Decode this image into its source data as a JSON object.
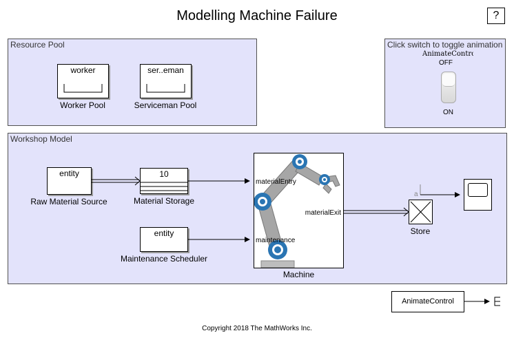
{
  "title": "Modelling Machine Failure",
  "help_label": "?",
  "resource_pool": {
    "label": "Resource Pool",
    "worker_block": "worker",
    "worker_caption": "Worker Pool",
    "serviceman_block": "ser..eman",
    "serviceman_caption": "Serviceman Pool"
  },
  "toggle_area": {
    "label": "Click switch to toggle animation",
    "switch_name": "AnimateContro",
    "off_label": "OFF",
    "on_label": "ON"
  },
  "workshop": {
    "label": "Workshop Model",
    "raw_source_block": "entity",
    "raw_source_caption": "Raw Material Source",
    "storage_value": "10",
    "storage_caption": "Material Storage",
    "scheduler_block": "entity",
    "scheduler_caption": "Maintenance Scheduler",
    "machine_caption": "Machine",
    "port_entry": "materialEntry",
    "port_exit": "materialExit",
    "port_maintenance": "maintenance",
    "store_caption": "Store",
    "store_port": "a"
  },
  "animate_control_block": "AnimateControl",
  "copyright": "Copyright 2018 The MathWorks Inc.",
  "colors": {
    "area_fill": "#e3e3fb",
    "robot_blue": "#2a75b3",
    "robot_gray": "#9a9a9a"
  }
}
